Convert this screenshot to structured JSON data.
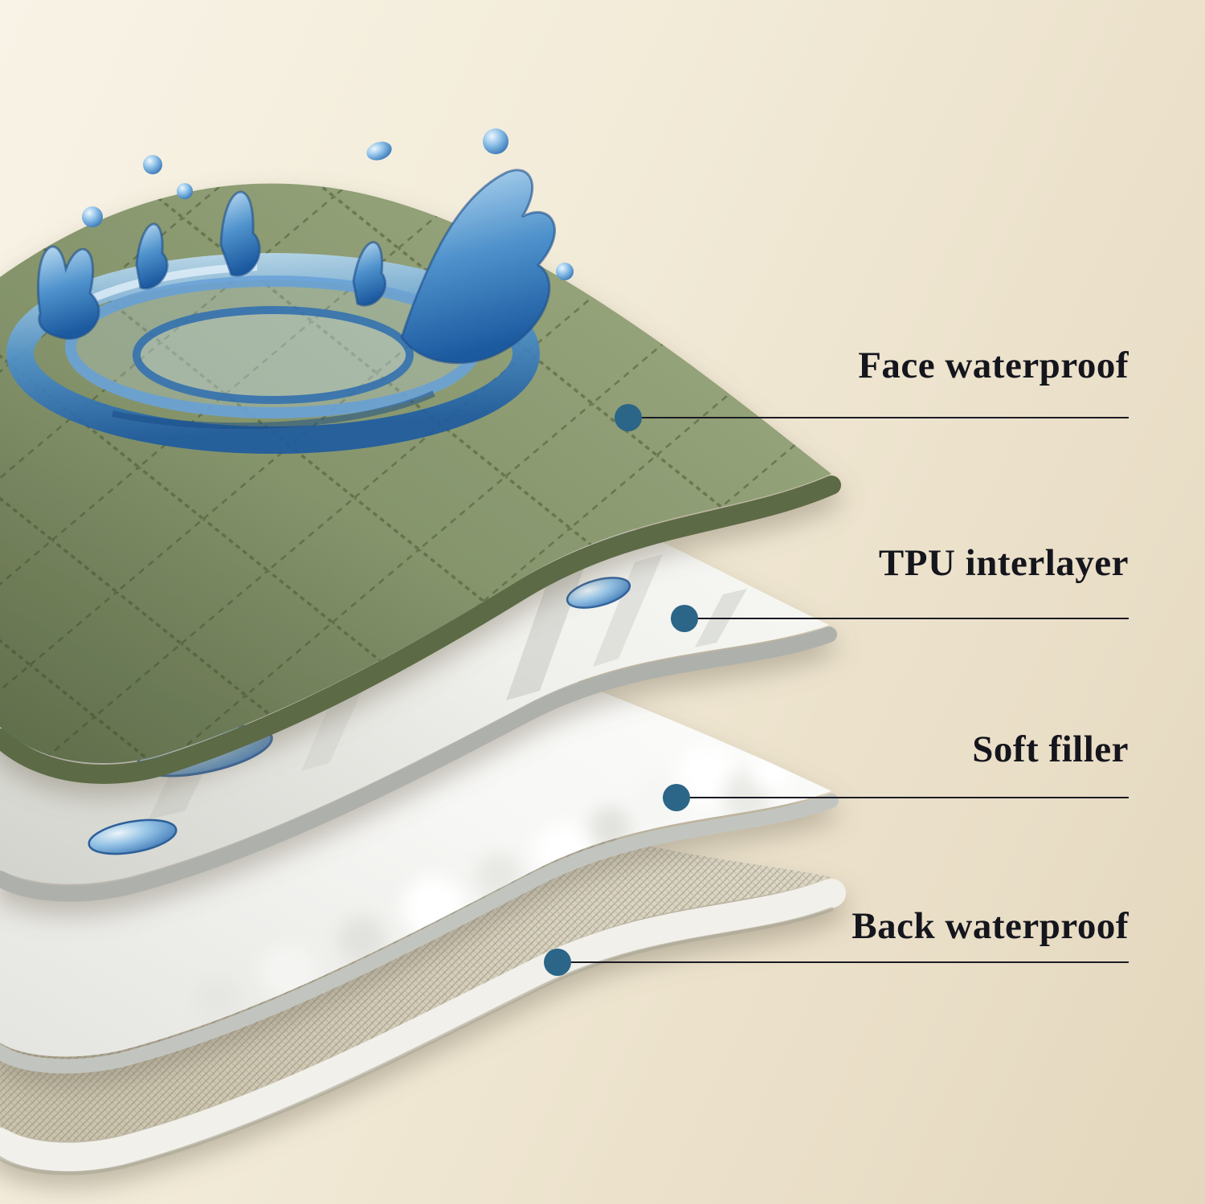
{
  "diagram": {
    "title_hint": "waterproof pad layer structure",
    "accent_dot_color": "#2b6587",
    "line_color": "#1b1b24",
    "text_color": "#15151d",
    "background_start": "#f8f3e6",
    "background_end": "#e3d7bd",
    "layers": [
      {
        "id": "face",
        "label": "Face waterproof",
        "color": "#8a9970"
      },
      {
        "id": "tpu",
        "label": "TPU interlayer",
        "color": "#eceded"
      },
      {
        "id": "filler",
        "label": "Soft filler",
        "color": "#fbfbfa"
      },
      {
        "id": "back",
        "label": "Back waterproof",
        "color": "#d6cfbc"
      }
    ]
  }
}
